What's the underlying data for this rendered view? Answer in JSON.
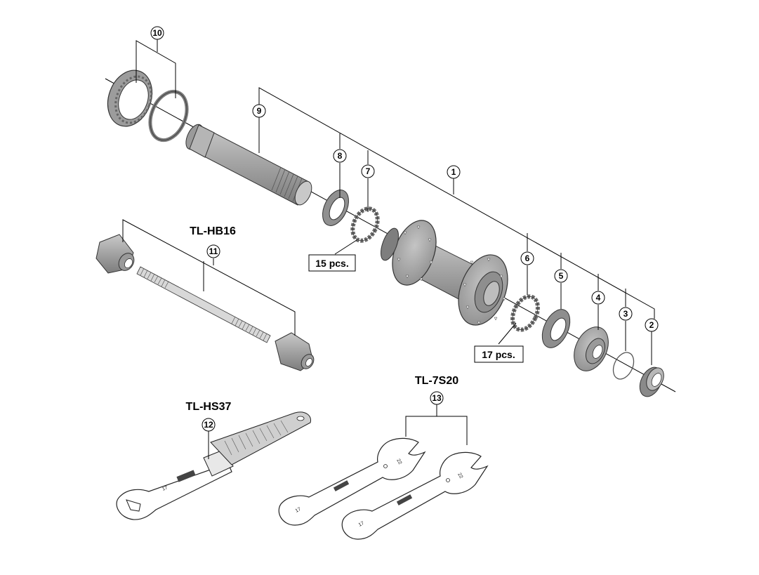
{
  "callouts": [
    {
      "id": "c1",
      "number": "1"
    },
    {
      "id": "c2",
      "number": "2"
    },
    {
      "id": "c3",
      "number": "3"
    },
    {
      "id": "c4",
      "number": "4"
    },
    {
      "id": "c5",
      "number": "5"
    },
    {
      "id": "c6",
      "number": "6"
    },
    {
      "id": "c7",
      "number": "7"
    },
    {
      "id": "c8",
      "number": "8"
    },
    {
      "id": "c9",
      "number": "9"
    },
    {
      "id": "c10",
      "number": "10"
    },
    {
      "id": "c11",
      "number": "11"
    },
    {
      "id": "c12",
      "number": "12"
    },
    {
      "id": "c13",
      "number": "13"
    }
  ],
  "tool_labels": {
    "hb16": "TL-HB16",
    "hs37": "TL-HS37",
    "s20": "TL-7S20"
  },
  "qty_labels": {
    "balls_left": "15 pcs.",
    "balls_right": "17 pcs."
  },
  "wrench_marks": {
    "hs37_size": "17",
    "s20_a_small": "17",
    "s20_a_large": "22",
    "s20_b_small": "17",
    "s20_b_large": "22"
  },
  "colors": {
    "part_fill": "#a8a8a8",
    "part_dark": "#7a7a7a",
    "part_light": "#d2d2d2",
    "outline": "#333333",
    "wrench_fill": "#ffffff",
    "label_box": "#000000"
  }
}
